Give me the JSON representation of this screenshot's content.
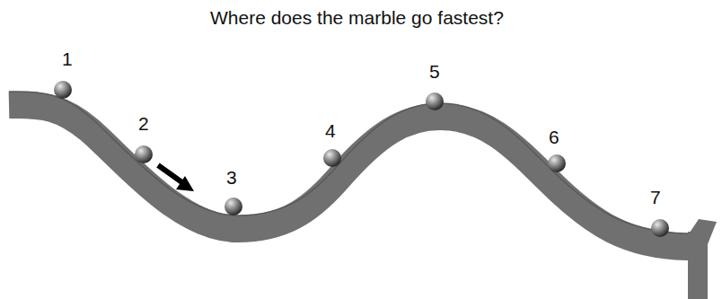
{
  "diagram": {
    "title": "Where does the marble go fastest?",
    "labels": [
      "1",
      "2",
      "3",
      "4",
      "5",
      "6",
      "7"
    ]
  }
}
